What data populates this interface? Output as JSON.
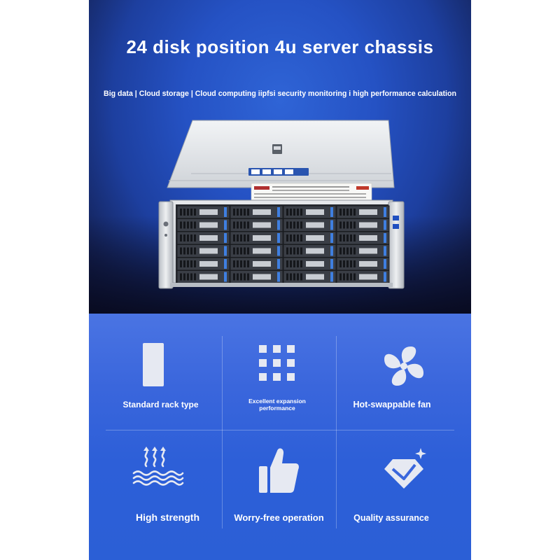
{
  "hero": {
    "title": "24 disk position 4u server chassis",
    "subtitle": "Big data | Cloud storage | Cloud computing iipfsi security monitoring i high performance calculation"
  },
  "product": {
    "name": "server-chassis-image",
    "drive_bays": 24
  },
  "features": [
    {
      "label": "Standard rack type",
      "icon": "rack-icon"
    },
    {
      "label": "Excellent expansion performance",
      "icon": "grid-icon"
    },
    {
      "label": "Hot-swappable fan",
      "icon": "fan-icon"
    },
    {
      "label": "High strength",
      "icon": "heat-wave-icon"
    },
    {
      "label": "Worry-free operation",
      "icon": "thumbs-up-icon"
    },
    {
      "label": "Quality assurance",
      "icon": "diamond-icon"
    }
  ],
  "colors": {
    "hero_bg": "#2552c4",
    "features_bg": "#3a66dc",
    "icon_color": "#e6e9f2"
  }
}
